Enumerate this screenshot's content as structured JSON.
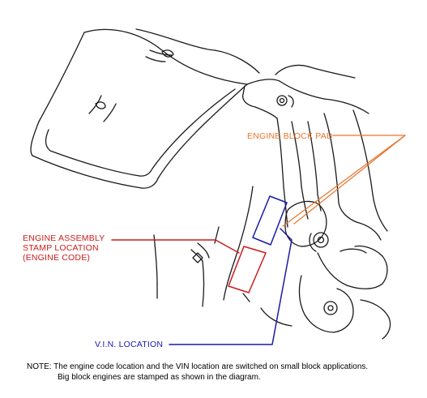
{
  "labels": {
    "engine_block_pad": "ENGINE BLOCK PAD",
    "engine_assembly_stamp": [
      "ENGINE ASSEMBLY",
      "STAMP LOCATION",
      "(ENGINE CODE)"
    ],
    "vin_location": "V.I.N. LOCATION"
  },
  "note": {
    "line1": "NOTE: The engine code location and the VIN location are switched on small block applications.",
    "line2": "Big block engines are stamped as shown in the diagram."
  },
  "colors": {
    "pad": "#e8742a",
    "stamp": "#cc1b1b",
    "vin": "#1a1aa8",
    "drawing": "#1a1a1a"
  }
}
